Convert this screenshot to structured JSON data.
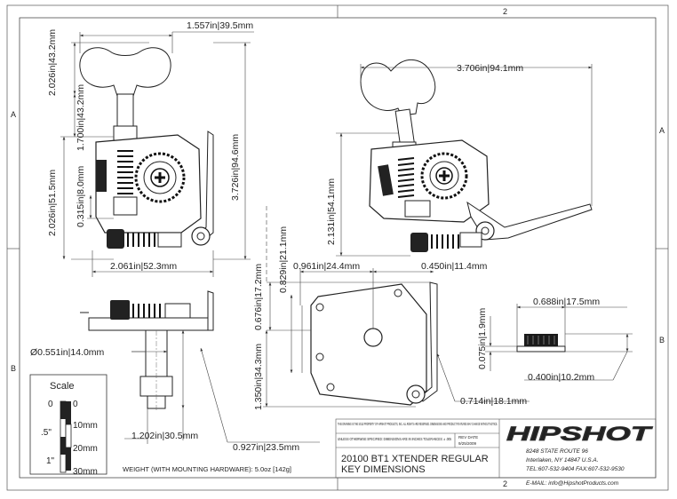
{
  "border": {
    "col_top": "2",
    "col_bottom": "2",
    "row_a_left": "A",
    "row_a_right": "A",
    "row_b_left": "B",
    "row_b_right": "B"
  },
  "dimensions": {
    "top_width": "1.557in",
    "top_width_mm": "39.5mm",
    "head_height": "2.026in",
    "head_height_mm": "43.2mm",
    "post_height": "1.700in",
    "post_height_mm": "43.2mm",
    "total_height": "3.726in",
    "total_height_mm": "94.6mm",
    "body_height": "2.026in",
    "body_height_mm": "51.5mm",
    "hole_offset": "0.315in",
    "hole_offset_mm": "8.0mm",
    "base_width": "2.061in",
    "base_width_mm": "52.3mm",
    "angled_width": "3.706in",
    "angled_width_mm": "94.1mm",
    "angled_height": "2.131in",
    "angled_height_mm": "54.1mm",
    "plate_width": "0.961in",
    "plate_width_mm": "24.4mm",
    "plate_offset": "0.829in",
    "plate_offset_mm": "21.1mm",
    "lever_offset": "0.450in",
    "lever_offset_mm": "11.4mm",
    "side_height": "0.676in",
    "side_height_mm": "17.2mm",
    "plate_height": "1.350in",
    "plate_height_mm": "34.3mm",
    "lever_depth": "0.714in",
    "lever_depth_mm": "18.1mm",
    "post_diameter": "0.551in",
    "post_diameter_mm": "14.0mm",
    "post_length": "1.202in",
    "post_length_mm": "30.5mm",
    "side_depth": "0.927in",
    "side_depth_mm": "23.5mm",
    "bushing_width": "0.688in",
    "bushing_width_mm": "17.5mm",
    "bushing_flange": "0.075in",
    "bushing_flange_mm": "1.9mm",
    "bushing_height": "0.400in",
    "bushing_height_mm": "10.2mm",
    "diameter_symbol": "Ø"
  },
  "scale": {
    "title": "Scale",
    "in_0": "0",
    "mm_0": "0",
    "mm_10": "10mm",
    "in_half": ".5\"",
    "mm_20": "20mm",
    "in_1": "1\"",
    "mm_30": "30mm"
  },
  "weight": "WEIGHT (WITH MOUNTING HARDWARE): 5.0oz [142g]",
  "title_block": {
    "notice": "THIS DRAWING IS THE SOLE PROPERTY OF HIPSHOT PRODUCTS, INC. ALL RIGHTS ARE RESERVED. DIMENSIONS AND PRODUCT FEATURES MAY CHANGE WITHOUT NOTICE.",
    "tolerance": "UNLESS OTHERWISE SPECIFIED: DIMENSIONS ARE IN INCHES TOLERANCES: ± .005",
    "rev_label": "REV DATE",
    "rev_date": "9/25/2009",
    "title_line1": "20100 BT1 XTENDER REGULAR",
    "title_line2": "KEY DIMENSIONS",
    "logo": "HIPSHOT",
    "addr1": "8248 STATE ROUTE 96",
    "addr2": "Interlaken, NY 14847 U.S.A.",
    "phone": "TEL:607-532-9404 FAX:607-532-9530",
    "email": "E-MAIL: info@HipshotProducts.com"
  },
  "colors": {
    "line": "#333333",
    "part_dark": "#1a1a1a",
    "part_gray": "#777777"
  }
}
